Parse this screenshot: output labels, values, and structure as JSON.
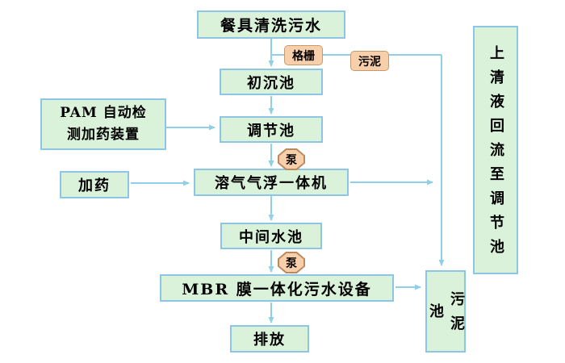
{
  "flowchart": {
    "nodes": {
      "source": {
        "label": "餐具清洗污水"
      },
      "screen_tag": {
        "label": "格栅"
      },
      "sludge_tag": {
        "label": "污泥"
      },
      "primary_tank": {
        "label": "初沉池"
      },
      "pam_device": {
        "line1": "PAM 自动检",
        "line2": "测加药装置"
      },
      "regulating_tank": {
        "label": "调节池"
      },
      "pump_upper": {
        "label": "泵"
      },
      "dosing": {
        "label": "加药"
      },
      "daf_unit": {
        "label": "溶气气浮一体机"
      },
      "intermediate_tank": {
        "label": "中间水池"
      },
      "pump_lower": {
        "label": "泵"
      },
      "mbr_unit": {
        "label": "MBR 膜一体化污水设备"
      },
      "discharge": {
        "label": "排放"
      },
      "sludge_tank": {
        "label": "污泥池"
      },
      "supernatant_return": {
        "label": "上清液回流至调节池"
      }
    },
    "colors": {
      "background": "#ffffff",
      "box_fill": "#daf2da",
      "box_border": "#8cc6e4",
      "tag_fill": "#f7cfab",
      "tag_border": "#c69a6e",
      "arrow": "#8fd0e8",
      "text": "#000000"
    }
  }
}
